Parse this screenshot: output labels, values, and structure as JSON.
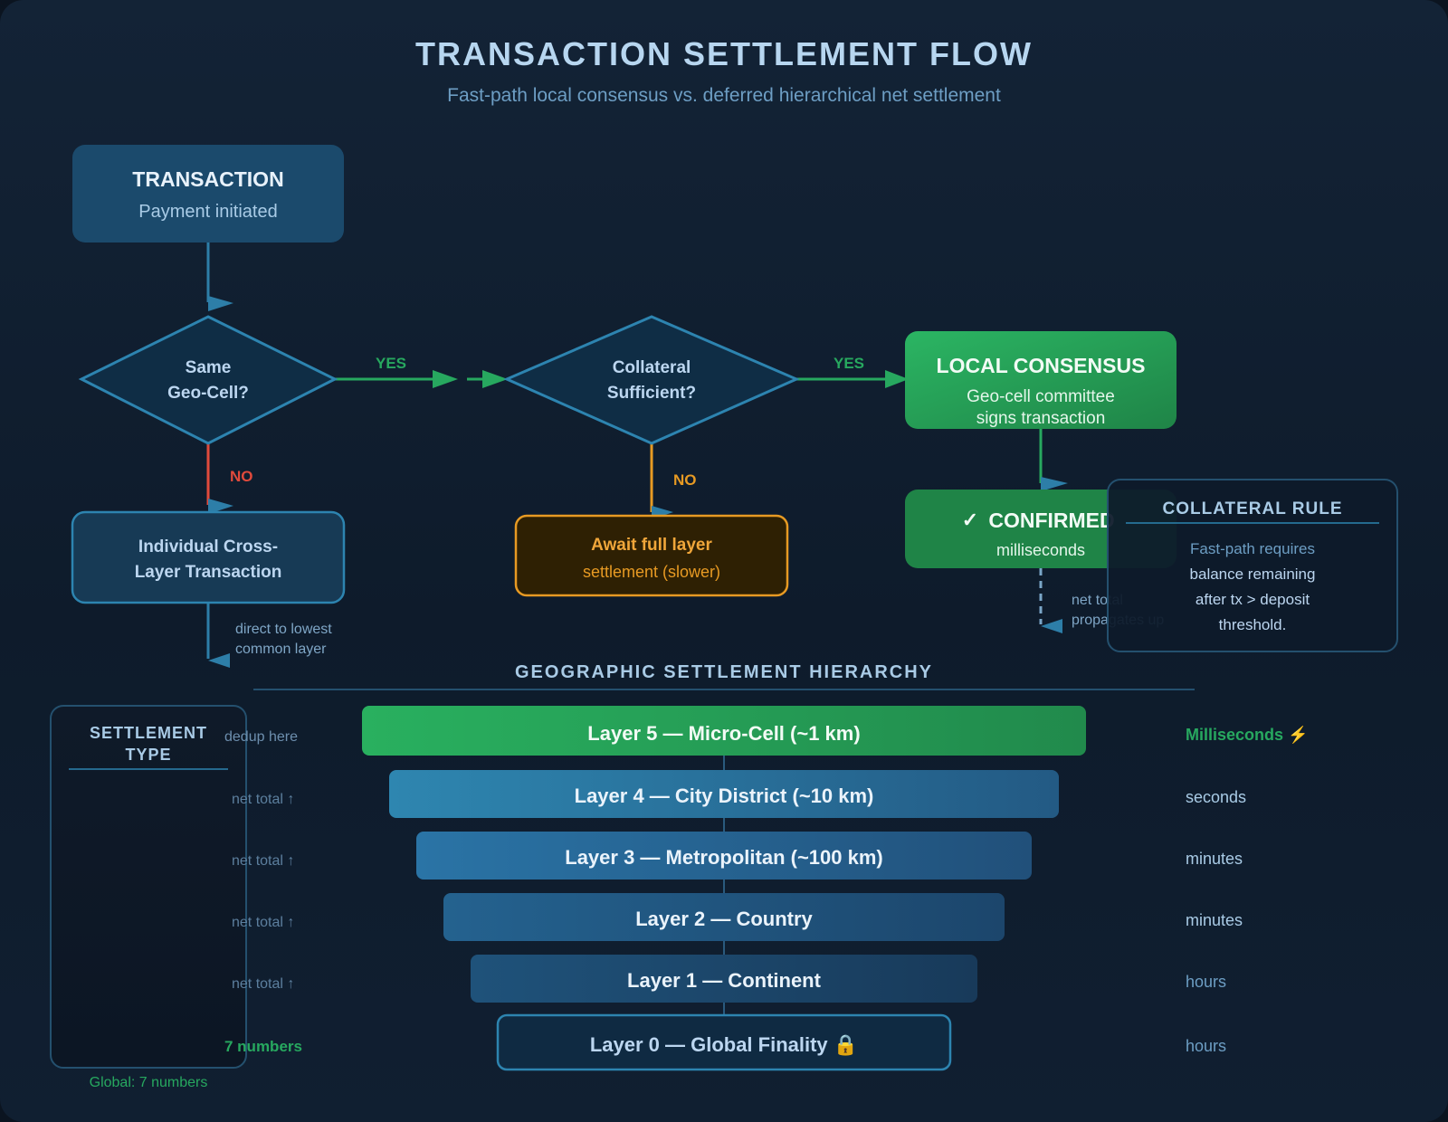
{
  "header": {
    "title": "TRANSACTION SETTLEMENT FLOW",
    "subtitle": "Fast-path local consensus vs. deferred hierarchical net settlement"
  },
  "flow": {
    "start": {
      "title": "TRANSACTION",
      "subtitle": "Payment initiated"
    },
    "decision_geo": {
      "line1": "Same",
      "line2": "Geo-Cell?"
    },
    "decision_collateral": {
      "line1": "Collateral",
      "line2": "Sufficient?"
    },
    "yes_label_1": "YES",
    "yes_label_2": "YES",
    "no_label_1": "NO",
    "no_label_2": "NO",
    "local_consensus": {
      "title": "LOCAL CONSENSUS",
      "line1": "Geo-cell committee",
      "line2": "signs transaction"
    },
    "confirmed": {
      "icon": "check-icon",
      "title": "CONFIRMED",
      "subtitle": "milliseconds"
    },
    "cross_layer": {
      "line1": "Individual Cross-",
      "line2": "Layer Transaction"
    },
    "await": {
      "line1": "Await full layer",
      "line2": "settlement (slower)"
    },
    "direct_note": {
      "line1": "direct to lowest",
      "line2": "common layer"
    },
    "net_note": {
      "line1": "net total",
      "line2": "propagates up"
    }
  },
  "collateral_rule": {
    "title": "COLLATERAL RULE",
    "lines": [
      "Fast-path requires",
      "balance remaining",
      "after tx > deposit",
      "threshold."
    ]
  },
  "hierarchy": {
    "title": "GEOGRAPHIC SETTLEMENT HIERARCHY",
    "layers": [
      {
        "label": "Layer 5 — Micro-Cell (~1 km)",
        "note": "dedup here",
        "time": "Milliseconds ⚡"
      },
      {
        "label": "Layer 4 — City District (~10 km)",
        "note": "net total ↑",
        "time": "seconds"
      },
      {
        "label": "Layer 3 — Metropolitan (~100 km)",
        "note": "net total ↑",
        "time": "minutes"
      },
      {
        "label": "Layer 2 — Country",
        "note": "net total ↑",
        "time": "minutes"
      },
      {
        "label": "Layer 1 — Continent",
        "note": "net total ↑",
        "time": "hours"
      },
      {
        "label": "Layer 0 — Global Finality 🔒",
        "note": "7 numbers",
        "time": "hours"
      }
    ]
  },
  "settlement_type": {
    "title_line1": "SETTLEMENT",
    "title_line2": "TYPE",
    "footer": "Global: 7 numbers"
  },
  "colors": {
    "green": "#27a85f",
    "blue": "#2f7fae",
    "red": "#e04a3c",
    "orange": "#e79a23",
    "text_light": "#bcd6f0"
  }
}
